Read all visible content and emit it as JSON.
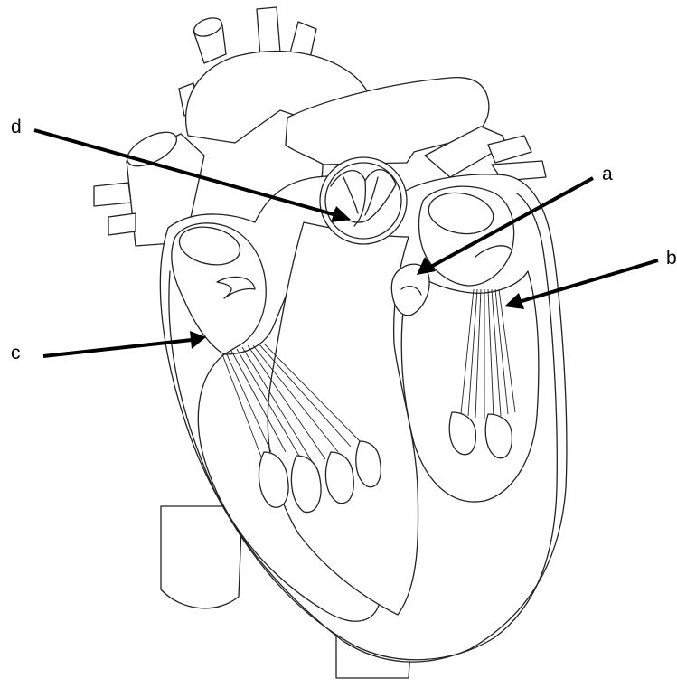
{
  "labels": {
    "a": "a",
    "b": "b",
    "c": "c",
    "d": "d"
  },
  "colors": {
    "line": "#222222",
    "arrow": "#000000",
    "background": "#ffffff"
  }
}
